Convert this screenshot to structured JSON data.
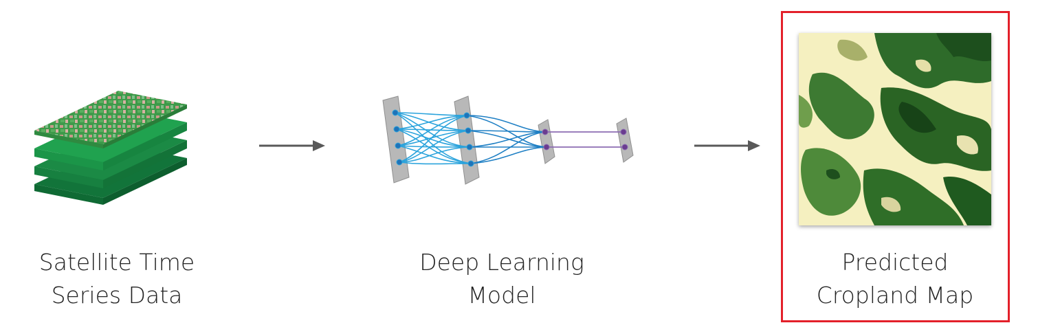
{
  "stages": [
    {
      "id": "input",
      "label_line1": "Satellite Time",
      "label_line2": "Series Data",
      "icon": "satellite-stack-icon"
    },
    {
      "id": "model",
      "label_line1": "Deep Learning",
      "label_line2": "Model",
      "icon": "neural-network-icon"
    },
    {
      "id": "output",
      "label_line1": "Predicted",
      "label_line2": "Cropland Map",
      "icon": "cropland-map-image"
    }
  ],
  "arrows": [
    "arrow-1",
    "arrow-2"
  ],
  "colors": {
    "arrow": "#595959",
    "highlight_border": "#e3202a",
    "layer_green_dark": "#1b8a45",
    "layer_green_light": "#20a24f",
    "network_blue": "#2aa3dc",
    "network_purple": "#8c6bb3",
    "map_dark_green": "#1f5e1f",
    "map_light": "#f5f0c0"
  }
}
